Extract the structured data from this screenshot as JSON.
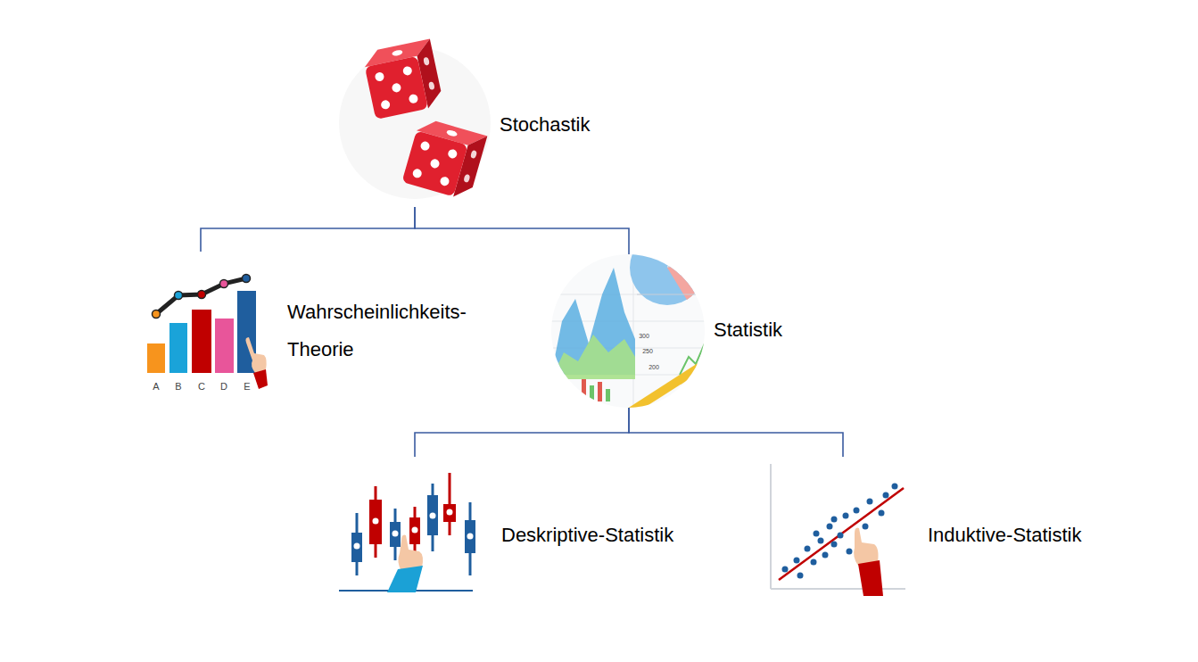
{
  "diagram": {
    "nodes": [
      {
        "text": [
          "Stochastik"
        ]
      },
      {
        "text": [
          "Wahrscheinlichkeits- Theorie"
        ]
      },
      {
        "text": [
          "Statistik"
        ]
      },
      {
        "text": [
          "Deskriptive-Statistik"
        ]
      },
      {
        "text": [
          "Induktive-Statistik"
        ]
      }
    ],
    "edges": [
      {
        "from": 0,
        "to": 1,
        "arrow": "none"
      },
      {
        "from": 0,
        "to": 2,
        "arrow": "none"
      },
      {
        "from": 2,
        "to": 3,
        "arrow": "none"
      },
      {
        "from": 2,
        "to": 4,
        "arrow": "none"
      }
    ],
    "labels": [
      "A",
      "B",
      "C",
      "D",
      "E",
      "300",
      "250",
      "200"
    ]
  }
}
